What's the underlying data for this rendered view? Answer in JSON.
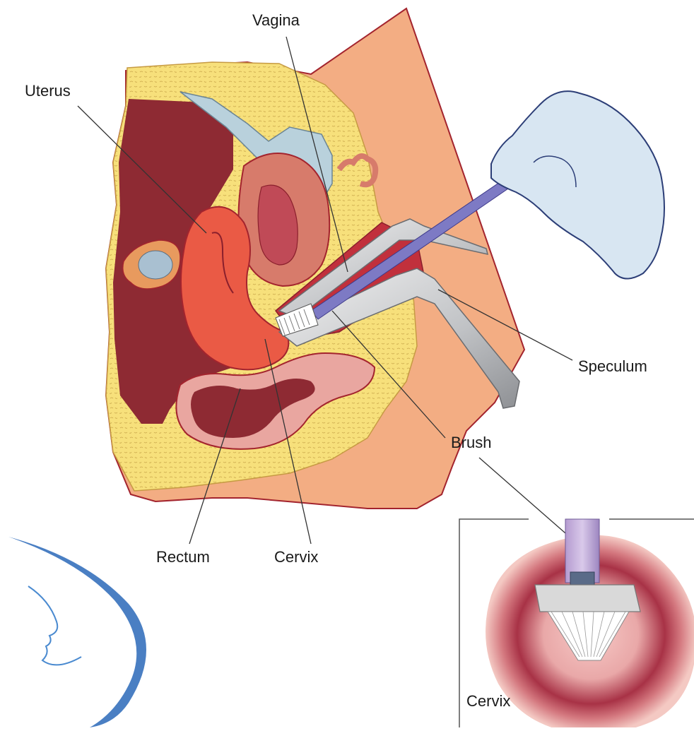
{
  "labels": {
    "vagina": "Vagina",
    "uterus": "Uterus",
    "speculum": "Speculum",
    "brush": "Brush",
    "rectum": "Rectum",
    "cervix": "Cervix",
    "inset_cervix": "Cervix"
  },
  "colors": {
    "skin": "#f3ad83",
    "skin_dark": "#a3242e",
    "fat": "#f7e07b",
    "cavity": "#8e2a33",
    "uterus": "#ea5a45",
    "bladder": "#b9d1dc",
    "glove": "#d8e6f2",
    "glove_outline": "#2c3e77",
    "speculum": "#c8cacd",
    "brush_handle": "#7d7ac4",
    "logo": "#2a69b8"
  }
}
